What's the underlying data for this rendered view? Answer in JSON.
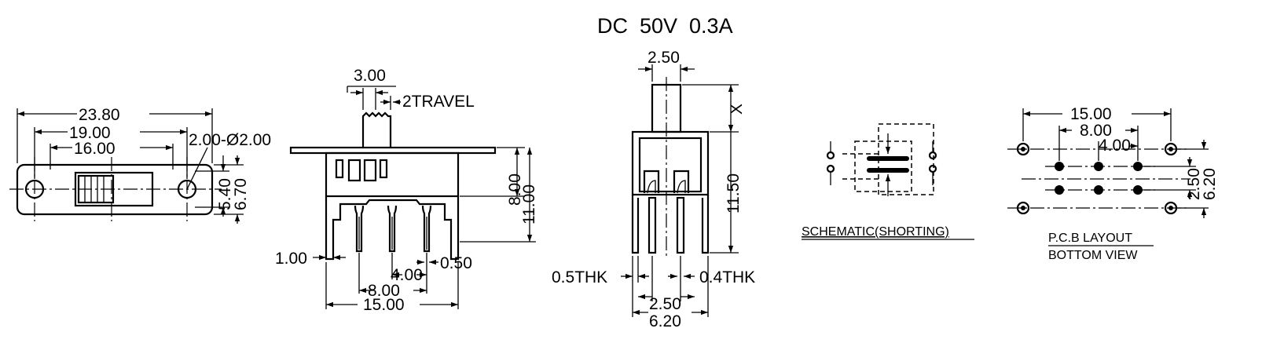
{
  "rating": "DC  50V  0.3A",
  "front_view": {
    "width_overall": "23.80",
    "hole_spacing": "19.00",
    "body_width": "16.00",
    "holes": "2.00-Ø2.00",
    "height_inner": "5.40",
    "height_outer": "6.70"
  },
  "side_view": {
    "knob_width": "3.00",
    "travel": "2TRAVEL",
    "height_body": "8.00",
    "height_total": "11.00",
    "terminal_offset": "1.00",
    "terminal_thickness": "0.50",
    "pitch": "4.00",
    "pitch_double": "8.00",
    "mount_width": "15.00"
  },
  "end_view": {
    "knob_width": "2.50",
    "x_label": "X",
    "height": "11.50",
    "frame_thickness": "0.5THK",
    "terminal_thickness": "0.4THK",
    "terminal_spacing": "2.50",
    "width": "6.20"
  },
  "schematic": {
    "caption": "SCHEMATIC(SHORTING)"
  },
  "pcb_layout": {
    "mount_spacing": "15.00",
    "outer_pins": "8.00",
    "pitch": "4.00",
    "row_spacing": "2.50",
    "mount_row_spacing": "6.20",
    "caption_line1": "P.C.B LAYOUT",
    "caption_line2": "BOTTOM VIEW"
  }
}
